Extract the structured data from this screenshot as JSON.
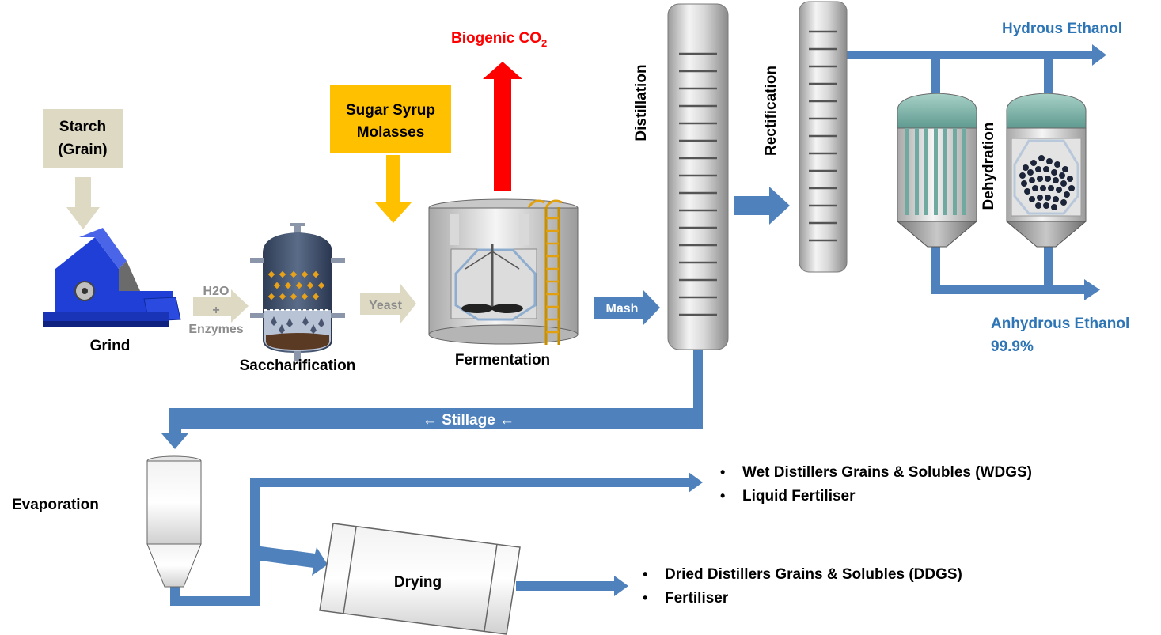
{
  "labels": {
    "starch": [
      "Starch",
      "(Grain)"
    ],
    "grind": "Grind",
    "h2o": "H2O",
    "plus": "+",
    "enzymes": "Enzymes",
    "saccharification": "Saccharification",
    "sugar": [
      "Sugar Syrup",
      "Molasses"
    ],
    "yeast": "Yeast",
    "co2_main": "Biogenic CO",
    "co2_sub": "2",
    "fermentation": "Fermentation",
    "mash": "Mash",
    "distillation": "Distillation",
    "rectification": "Rectification",
    "dehydration": "Dehydration",
    "hydrous": "Hydrous Ethanol",
    "anhydrous": [
      "Anhydrous Ethanol",
      "99.9%"
    ],
    "stillage": "←  Stillage ←",
    "evaporation": "Evaporation",
    "drying": "Drying",
    "wdgs_items": [
      "Wet Distillers Grains & Solubles (WDGS)",
      "Liquid Fertiliser"
    ],
    "ddgs_items": [
      "Dried Distillers Grains & Solubles (DDGS)",
      "Fertiliser"
    ],
    "bullet": "•"
  },
  "colors": {
    "flow_blue": "#4f81bd",
    "beige": "#ddd9c3",
    "arrow_beige": "#ddd9c3",
    "sugar_yellow": "#ffc000",
    "co2_red": "#ff0000",
    "text_blue": "#2e75b6",
    "text_gray": "#8c8c8c",
    "co2_text": "#ff0000"
  },
  "icons": {
    "grinder": "hammer-mill-icon",
    "saccharifier": "saccharification-tank-icon",
    "fermenter": "fermentation-tank-icon",
    "distillation_column": "distillation-column-icon",
    "rectification_column": "rectification-column-icon",
    "dehydration_vessel": "molecular-sieve-icon",
    "evaporator": "evaporator-cyclone-icon",
    "dryer": "rotary-dryer-icon"
  }
}
